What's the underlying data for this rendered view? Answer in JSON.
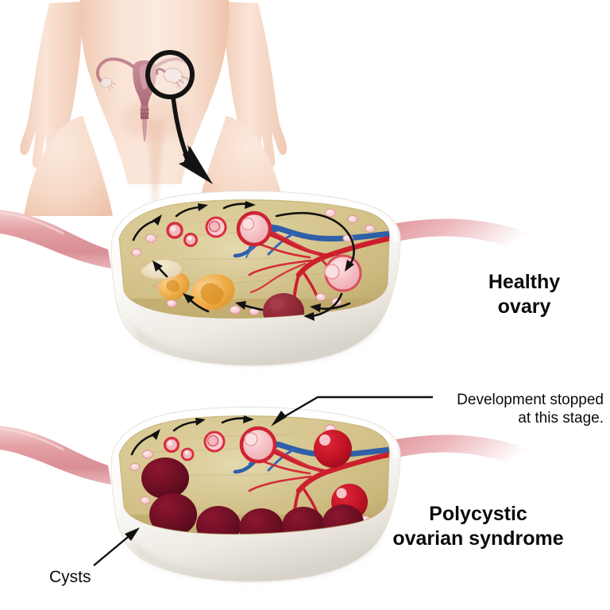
{
  "figure": {
    "title": "Healthy ovary versus polycystic ovarian syndrome",
    "type": "medical-illustration"
  },
  "labels": {
    "healthy": "Healthy\novary",
    "pcos": "Polycystic\novarian syndrome",
    "development_stopped": "Development stopped\nat this stage.",
    "cysts": "Cysts"
  },
  "panels": {
    "body": {
      "name": "female-lower-body",
      "organs": [
        "uterus",
        "fallopian-tubes",
        "ovaries",
        "cervix",
        "vagina"
      ],
      "magnifier": "magnifying-glass-over-right-ovary",
      "pointer": "curved-arrow-to-healthy-ovary"
    },
    "healthy_ovary": {
      "name": "healthy-ovary-cross-section",
      "structures": [
        "primordial-follicles",
        "primary-follicles",
        "secondary-follicles",
        "antral-follicle",
        "mature-graafian-follicle",
        "ovulation",
        "corpus-hemorrhagicum",
        "corpus-luteum",
        "corpus-albicans",
        "ovarian-artery",
        "ovarian-vein",
        "tunica-albuginea",
        "stroma"
      ],
      "cycle_direction": "clockwise-then-counterclockwise"
    },
    "pcys_ovary": {
      "name": "polycystic-ovary-cross-section",
      "structures": [
        "primordial-follicles",
        "primary-follicles",
        "arrested-antral-follicle",
        "multiple-peripheral-cysts",
        "hemorrhagic-cysts",
        "ovarian-artery",
        "ovarian-vein",
        "tunica-albuginea",
        "stroma"
      ],
      "cyst_count": 7,
      "red_cyst_count": 3
    }
  },
  "colors": {
    "skin": "#f6d8c6",
    "skin_shadow": "#edc3ab",
    "uterus": "#c08490",
    "uterus_dark": "#a5636f",
    "ligament": "#e8a8ac",
    "ligament_dark": "#cf8288",
    "tunica": "#ffffff",
    "tunica_shade": "#e2ded8",
    "stroma": "#d6c58d",
    "stroma_dark": "#c0ac72",
    "follicle_pink": "#f3b9bd",
    "follicle_rim": "#d6303f",
    "corpus_luteum": "#f0ae4a",
    "corpus_albicans": "#ecdfc1",
    "corpus_hemorrhagicum": "#8d2633",
    "cyst_dark": "#6e0f24",
    "cyst_red": "#c41425",
    "artery": "#cc1f2e",
    "vein": "#2f5fa8",
    "ink": "#0b0b0b"
  }
}
